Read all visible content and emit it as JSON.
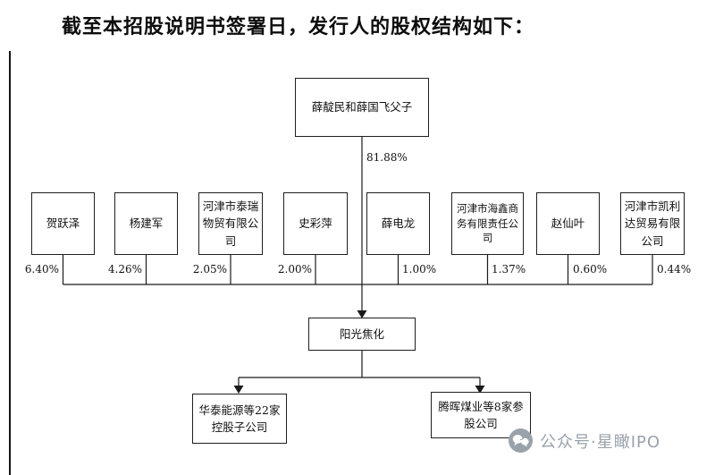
{
  "title": "截至本招股说明书签署日，发行人的股权结构如下：",
  "chart": {
    "parent": {
      "label": "薛靛民和薛国飞父子",
      "pct": "81.88%"
    },
    "shareholders": [
      {
        "label": "贺跃泽",
        "pct": "6.40%"
      },
      {
        "label": "杨建军",
        "pct": "4.26%"
      },
      {
        "label": "河津市泰瑞物贸有限公司",
        "pct": "2.05%"
      },
      {
        "label": "史彩萍",
        "pct": "2.00%"
      },
      {
        "label": "薛电龙",
        "pct": "1.00%"
      },
      {
        "label": "河津市海鑫商务有限责任公司",
        "pct": "1.37%"
      },
      {
        "label": "赵仙叶",
        "pct": "0.60%"
      },
      {
        "label": "河津市凯利达贸易有限公司",
        "pct": "0.44%"
      }
    ],
    "issuer": {
      "label": "阳光焦化"
    },
    "subsidiaries": [
      {
        "label": "华泰能源等22家控股子公司"
      },
      {
        "label": "腾晖煤业等8家参股公司"
      }
    ]
  },
  "watermark": {
    "text": "公众号·星瞰IPO"
  },
  "colors": {
    "line": "#1a1a1a",
    "watermark_gray": "#99a2ab"
  }
}
